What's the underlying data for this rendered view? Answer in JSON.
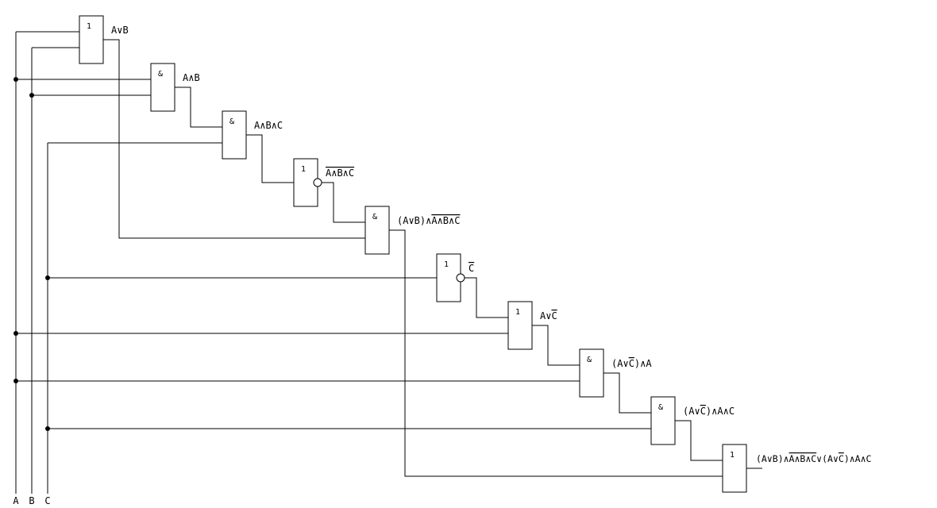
{
  "inputs": [
    "A",
    "B",
    "C"
  ],
  "gates": [
    {
      "id": "g1",
      "symbol": "1",
      "label": "A∨B"
    },
    {
      "id": "g2",
      "symbol": "&",
      "label": "A∧B"
    },
    {
      "id": "g3",
      "symbol": "&",
      "label": "A∧B∧C"
    },
    {
      "id": "g4",
      "symbol": "1",
      "label": "A∧B∧C",
      "label_overline": true
    },
    {
      "id": "g5",
      "symbol": "&",
      "label_prefix": "(A∨B)∧",
      "label_overlined": "A∧B∧C"
    },
    {
      "id": "g6",
      "symbol": "1",
      "label": "C",
      "label_overline": true
    },
    {
      "id": "g7",
      "symbol": "1",
      "label_prefix": "A∨",
      "label_overlined": "C"
    },
    {
      "id": "g8",
      "symbol": "&",
      "label_prefix": "(A∨",
      "label_overlined": "C",
      "label_suffix": ")∧A"
    },
    {
      "id": "g9",
      "symbol": "&",
      "label_prefix": "(A∨",
      "label_overlined": "C",
      "label_suffix": ")∧A∧C"
    },
    {
      "id": "g10",
      "symbol": "1",
      "label_prefix": "(A∨B)∧",
      "label_overlined": "A∧B∧C",
      "label_mid": "∨(A∨",
      "label_overlined2": "C",
      "label_suffix": ")∧A∧C"
    }
  ]
}
